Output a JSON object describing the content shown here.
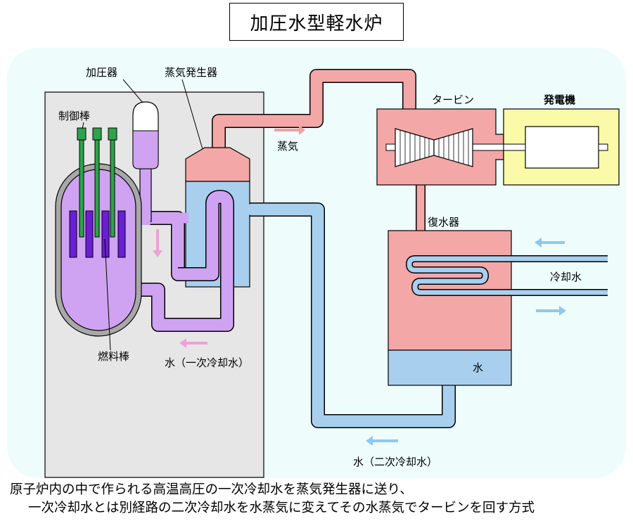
{
  "title": "加圧水型軽水炉",
  "labels": {
    "pressurizer": "加圧器",
    "steam_generator": "蒸気発生器",
    "control_rod": "制御棒",
    "fuel_rod": "燃料棒",
    "turbine": "タービン",
    "generator": "発電機",
    "steam": "蒸気",
    "condenser": "復水器",
    "cooling_water": "冷却水",
    "water": "水",
    "primary_water": "水（一次冷却水）",
    "secondary_water": "水（二次冷却水）"
  },
  "caption": {
    "line1": "原子炉内の中で作られる高温高圧の一次冷却水を蒸気発生器に送り、",
    "line2": "一次冷却水とは別経路の二次冷却水を水蒸気に変えてその水蒸気でタービンを回す方式"
  },
  "colors": {
    "background_panel": "#eefcfc",
    "containment": "#e6e6e6",
    "primary_coolant": "#cfa3f2",
    "steam": "#f4a7a7",
    "water": "#a8cfee",
    "generator": "#fafaa8",
    "control_rod": "#2ea34a",
    "fuel_rod": "#6a1ed6",
    "flow_arrow_primary": "#f0a0d8",
    "flow_arrow_steam": "#f4a0a0",
    "flow_arrow_water": "#8ec8f0"
  }
}
